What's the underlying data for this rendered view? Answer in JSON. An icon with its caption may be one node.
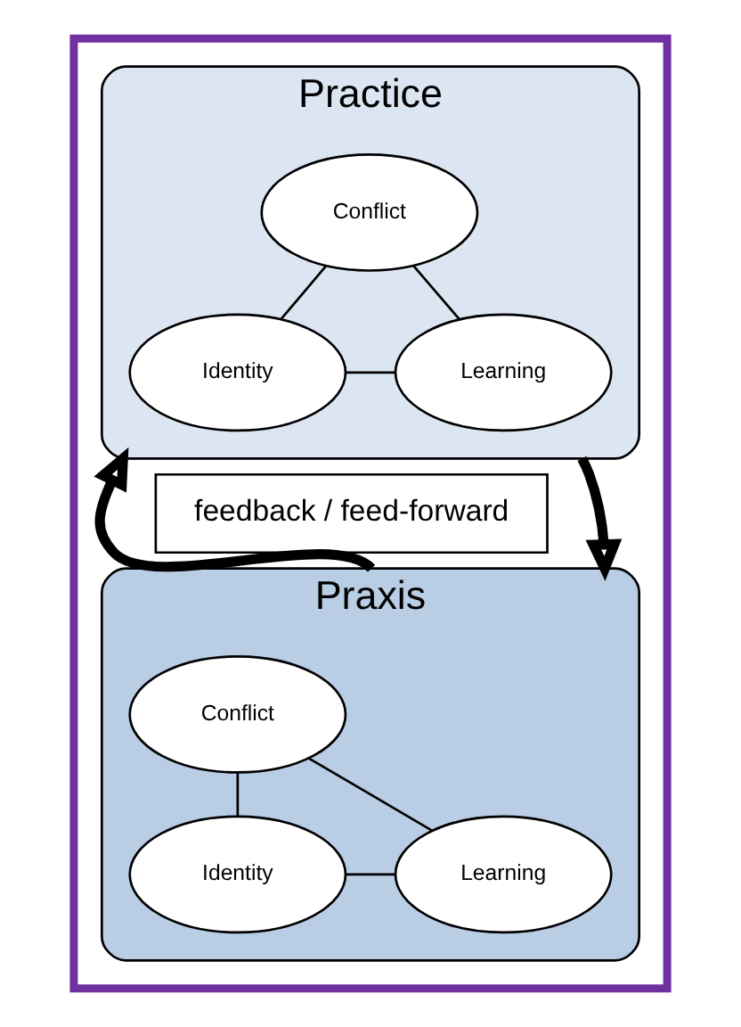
{
  "diagram": {
    "nodes": [
      {
        "text": [],
        "shape": "box"
      },
      {
        "text": [
          "Practice"
        ],
        "in": 0
      },
      {
        "text": [
          "Conflict"
        ],
        "in": 1
      },
      {
        "text": [
          "Identity"
        ],
        "in": 1
      },
      {
        "text": [
          "Learning"
        ],
        "in": 1
      },
      {
        "text": [
          "feedback / feed-forward"
        ],
        "in": 0
      },
      {
        "text": [
          "Praxis"
        ],
        "in": 0
      },
      {
        "text": [
          "Conflict"
        ],
        "in": 6
      },
      {
        "text": [
          "Identity"
        ],
        "in": 6
      },
      {
        "text": [
          "Learning"
        ],
        "in": 6
      }
    ],
    "edges": [
      {
        "from": 2,
        "to": 3,
        "arrow": "none"
      },
      {
        "from": 2,
        "to": 4,
        "arrow": "none"
      },
      {
        "from": 3,
        "to": 4,
        "arrow": "none"
      },
      {
        "from": 7,
        "to": 8,
        "arrow": "none"
      },
      {
        "from": 7,
        "to": 9,
        "arrow": "none"
      },
      {
        "from": 8,
        "to": 9,
        "arrow": "none"
      },
      {
        "from": 6,
        "to": 1,
        "arrow": "to",
        "style": "thick"
      },
      {
        "from": 1,
        "to": 6,
        "arrow": "to",
        "style": "thick"
      }
    ]
  }
}
